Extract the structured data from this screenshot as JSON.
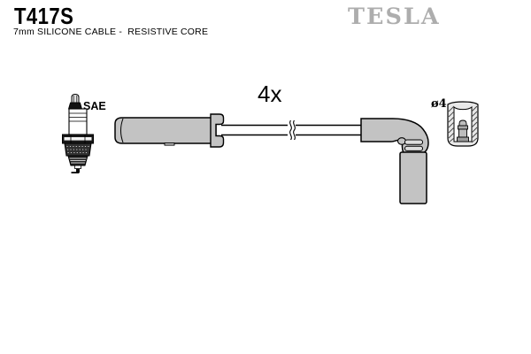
{
  "header": {
    "part_number": "T417S",
    "description": "7mm SILICONE CABLE -  RESISTIVE CORE",
    "brand": "TESLA",
    "brand_color": "#adadad"
  },
  "diagram": {
    "quantity": "4x",
    "plug_standard_label": "SAE",
    "terminal_diameter_label": "ø4",
    "boot_color": "#c3c3c3",
    "outline_color": "#000000",
    "illustrations": [
      "spark-plug-icon",
      "cable-boot-straight-icon",
      "cable-wire-icon",
      "cable-break-icon",
      "cable-boot-elbow-icon",
      "terminal-cross-section-icon"
    ]
  }
}
